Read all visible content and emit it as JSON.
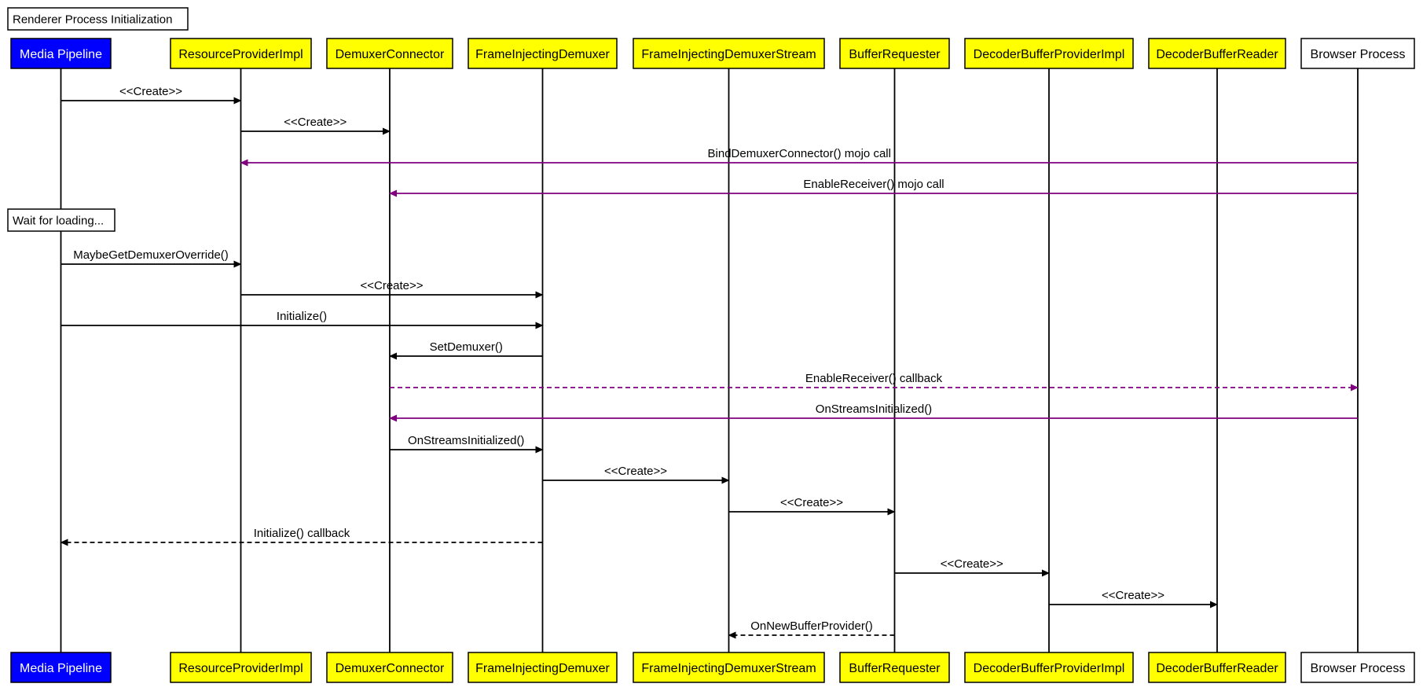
{
  "title": "Renderer Process Initialization",
  "colors": {
    "pipeline_fill": "#0000ff",
    "pipeline_text": "#ffffff",
    "component_fill": "#ffff00",
    "browser_fill": "#ffffff",
    "sync_message": "#000000",
    "mojo_message": "#800080",
    "border": "#000000"
  },
  "participants": [
    {
      "id": "media-pipeline",
      "label": "Media Pipeline",
      "style": "pipeline"
    },
    {
      "id": "resource-provider-impl",
      "label": "ResourceProviderImpl",
      "style": "component"
    },
    {
      "id": "demuxer-connector",
      "label": "DemuxerConnector",
      "style": "component"
    },
    {
      "id": "frame-injecting-demuxer",
      "label": "FrameInjectingDemuxer",
      "style": "component"
    },
    {
      "id": "frame-injecting-demuxer-stream",
      "label": "FrameInjectingDemuxerStream",
      "style": "component"
    },
    {
      "id": "buffer-requester",
      "label": "BufferRequester",
      "style": "component"
    },
    {
      "id": "decoder-buffer-provider-impl",
      "label": "DecoderBufferProviderImpl",
      "style": "component"
    },
    {
      "id": "decoder-buffer-reader",
      "label": "DecoderBufferReader",
      "style": "component"
    },
    {
      "id": "browser-process",
      "label": "Browser Process",
      "style": "browser"
    }
  ],
  "notes": [
    {
      "label": "Wait for loading...",
      "after_message": 3
    }
  ],
  "messages": [
    {
      "from": 0,
      "to": 1,
      "label": "<<Create>>",
      "kind": "sync"
    },
    {
      "from": 1,
      "to": 2,
      "label": "<<Create>>",
      "kind": "sync"
    },
    {
      "from": 8,
      "to": 1,
      "label": "BindDemuxerConnector() mojo call",
      "kind": "mojo"
    },
    {
      "from": 8,
      "to": 2,
      "label": "EnableReceiver() mojo call",
      "kind": "mojo"
    },
    {
      "from": 0,
      "to": 1,
      "label": "MaybeGetDemuxerOverride()",
      "kind": "sync"
    },
    {
      "from": 1,
      "to": 3,
      "label": "<<Create>>",
      "kind": "sync"
    },
    {
      "from": 0,
      "to": 3,
      "label": "Initialize()",
      "kind": "sync"
    },
    {
      "from": 3,
      "to": 2,
      "label": "SetDemuxer()",
      "kind": "sync"
    },
    {
      "from": 2,
      "to": 8,
      "label": "EnableReceiver() callback",
      "kind": "mojo-return"
    },
    {
      "from": 8,
      "to": 2,
      "label": "OnStreamsInitialized()",
      "kind": "mojo"
    },
    {
      "from": 2,
      "to": 3,
      "label": "OnStreamsInitialized()",
      "kind": "sync"
    },
    {
      "from": 3,
      "to": 4,
      "label": "<<Create>>",
      "kind": "sync"
    },
    {
      "from": 4,
      "to": 5,
      "label": "<<Create>>",
      "kind": "sync"
    },
    {
      "from": 3,
      "to": 0,
      "label": "Initialize() callback",
      "kind": "return"
    },
    {
      "from": 5,
      "to": 6,
      "label": "<<Create>>",
      "kind": "sync"
    },
    {
      "from": 6,
      "to": 7,
      "label": "<<Create>>",
      "kind": "sync"
    },
    {
      "from": 5,
      "to": 4,
      "label": "OnNewBufferProvider()",
      "kind": "return"
    }
  ]
}
